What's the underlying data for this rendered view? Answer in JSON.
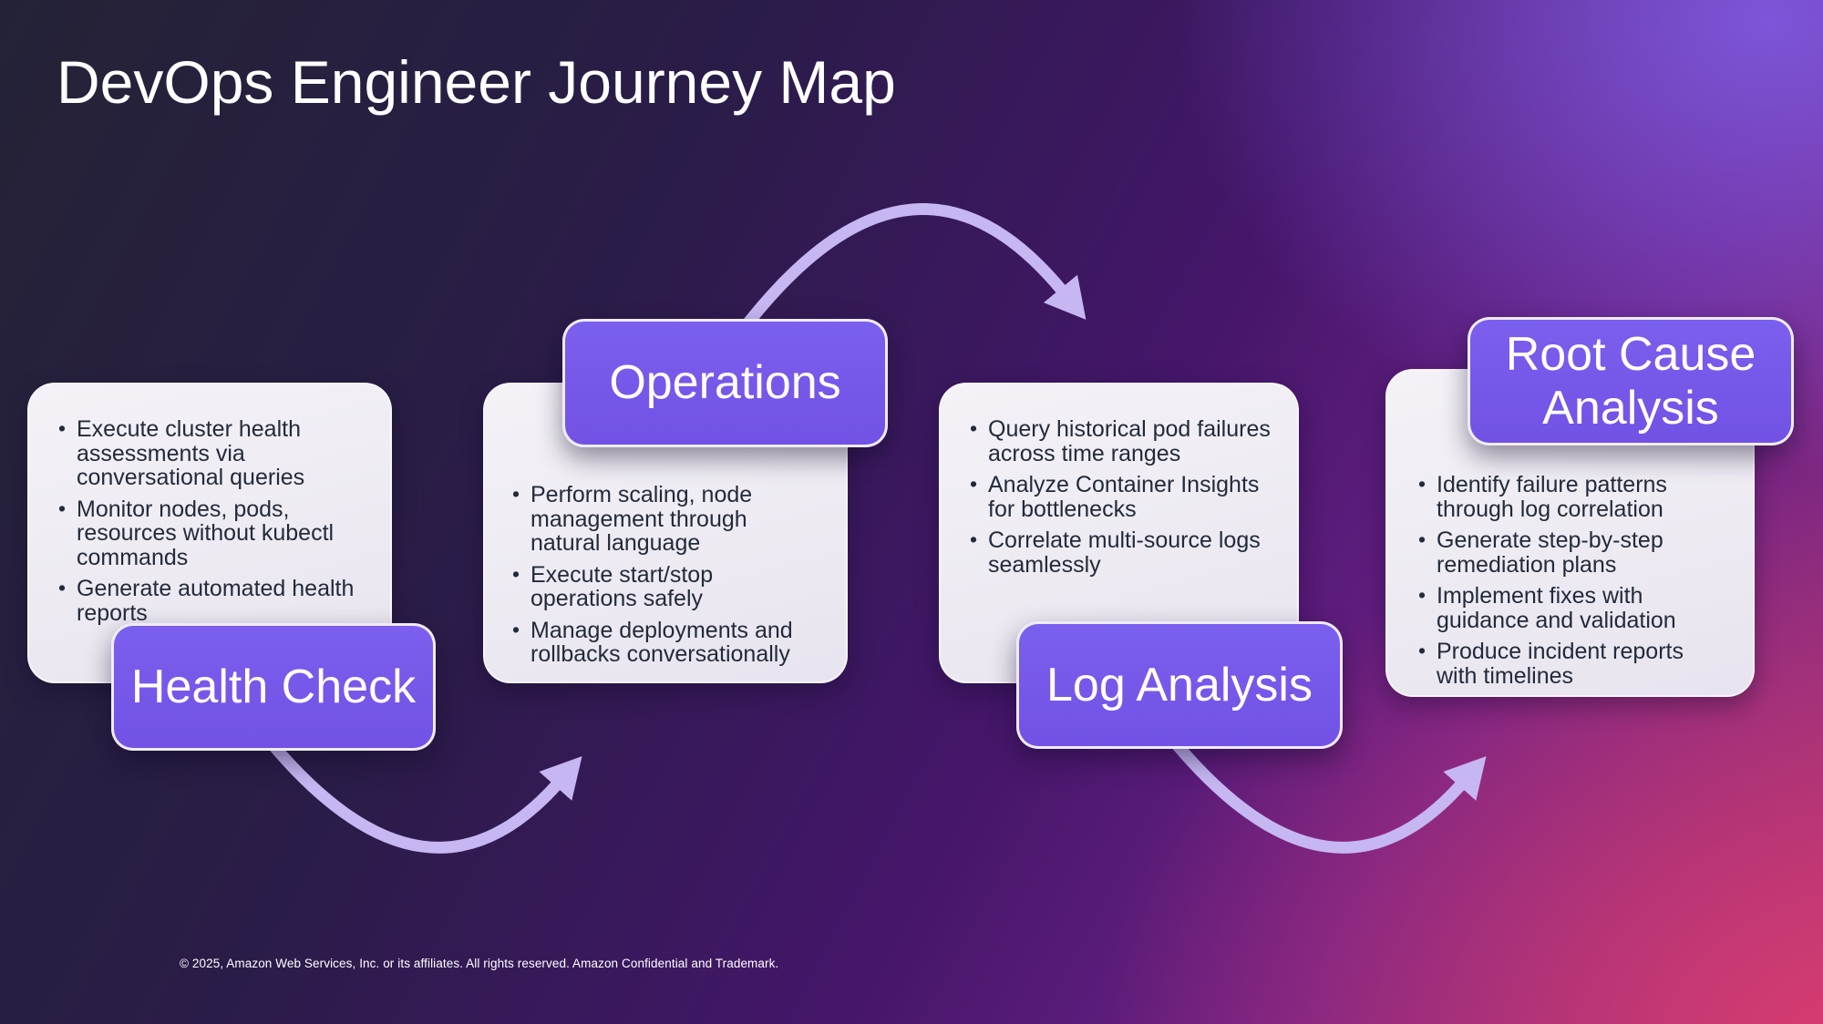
{
  "slide": {
    "title": "DevOps Engineer Journey Map",
    "footer": "© 2025, Amazon Web Services, Inc. or its affiliates. All rights reserved. Amazon Confidential and Trademark."
  },
  "stages": [
    {
      "label": "Health Check",
      "label_position": "bottom",
      "bullets": [
        "Execute cluster health assessments via conversational queries",
        "Monitor nodes, pods, resources without kubectl commands",
        "Generate automated health reports"
      ]
    },
    {
      "label": "Operations",
      "label_position": "top",
      "bullets": [
        "Perform scaling, node management through natural language",
        "Execute start/stop operations safely",
        "Manage deployments and rollbacks conversationally"
      ]
    },
    {
      "label": "Log Analysis",
      "label_position": "bottom",
      "bullets": [
        "Query historical pod failures across time ranges",
        "Analyze Container Insights for bottlenecks",
        "Correlate multi-source logs seamlessly"
      ]
    },
    {
      "label": "Root Cause Analysis",
      "label_position": "top",
      "bullets": [
        "Identify failure patterns through log correlation",
        "Generate step-by-step remediation plans",
        "Implement fixes with guidance and validation",
        "Produce incident reports with timelines"
      ]
    }
  ],
  "colors": {
    "stage_label_bg": "#7656e8",
    "card_bg": "#ece9f2",
    "card_text": "#212b3a",
    "arrow": "#c6b7f2",
    "title_text": "#ffffff",
    "bg_dark_corner": "#242336",
    "bg_purple_corner": "#7d59e0",
    "bg_pink_corner": "#d43c72"
  }
}
